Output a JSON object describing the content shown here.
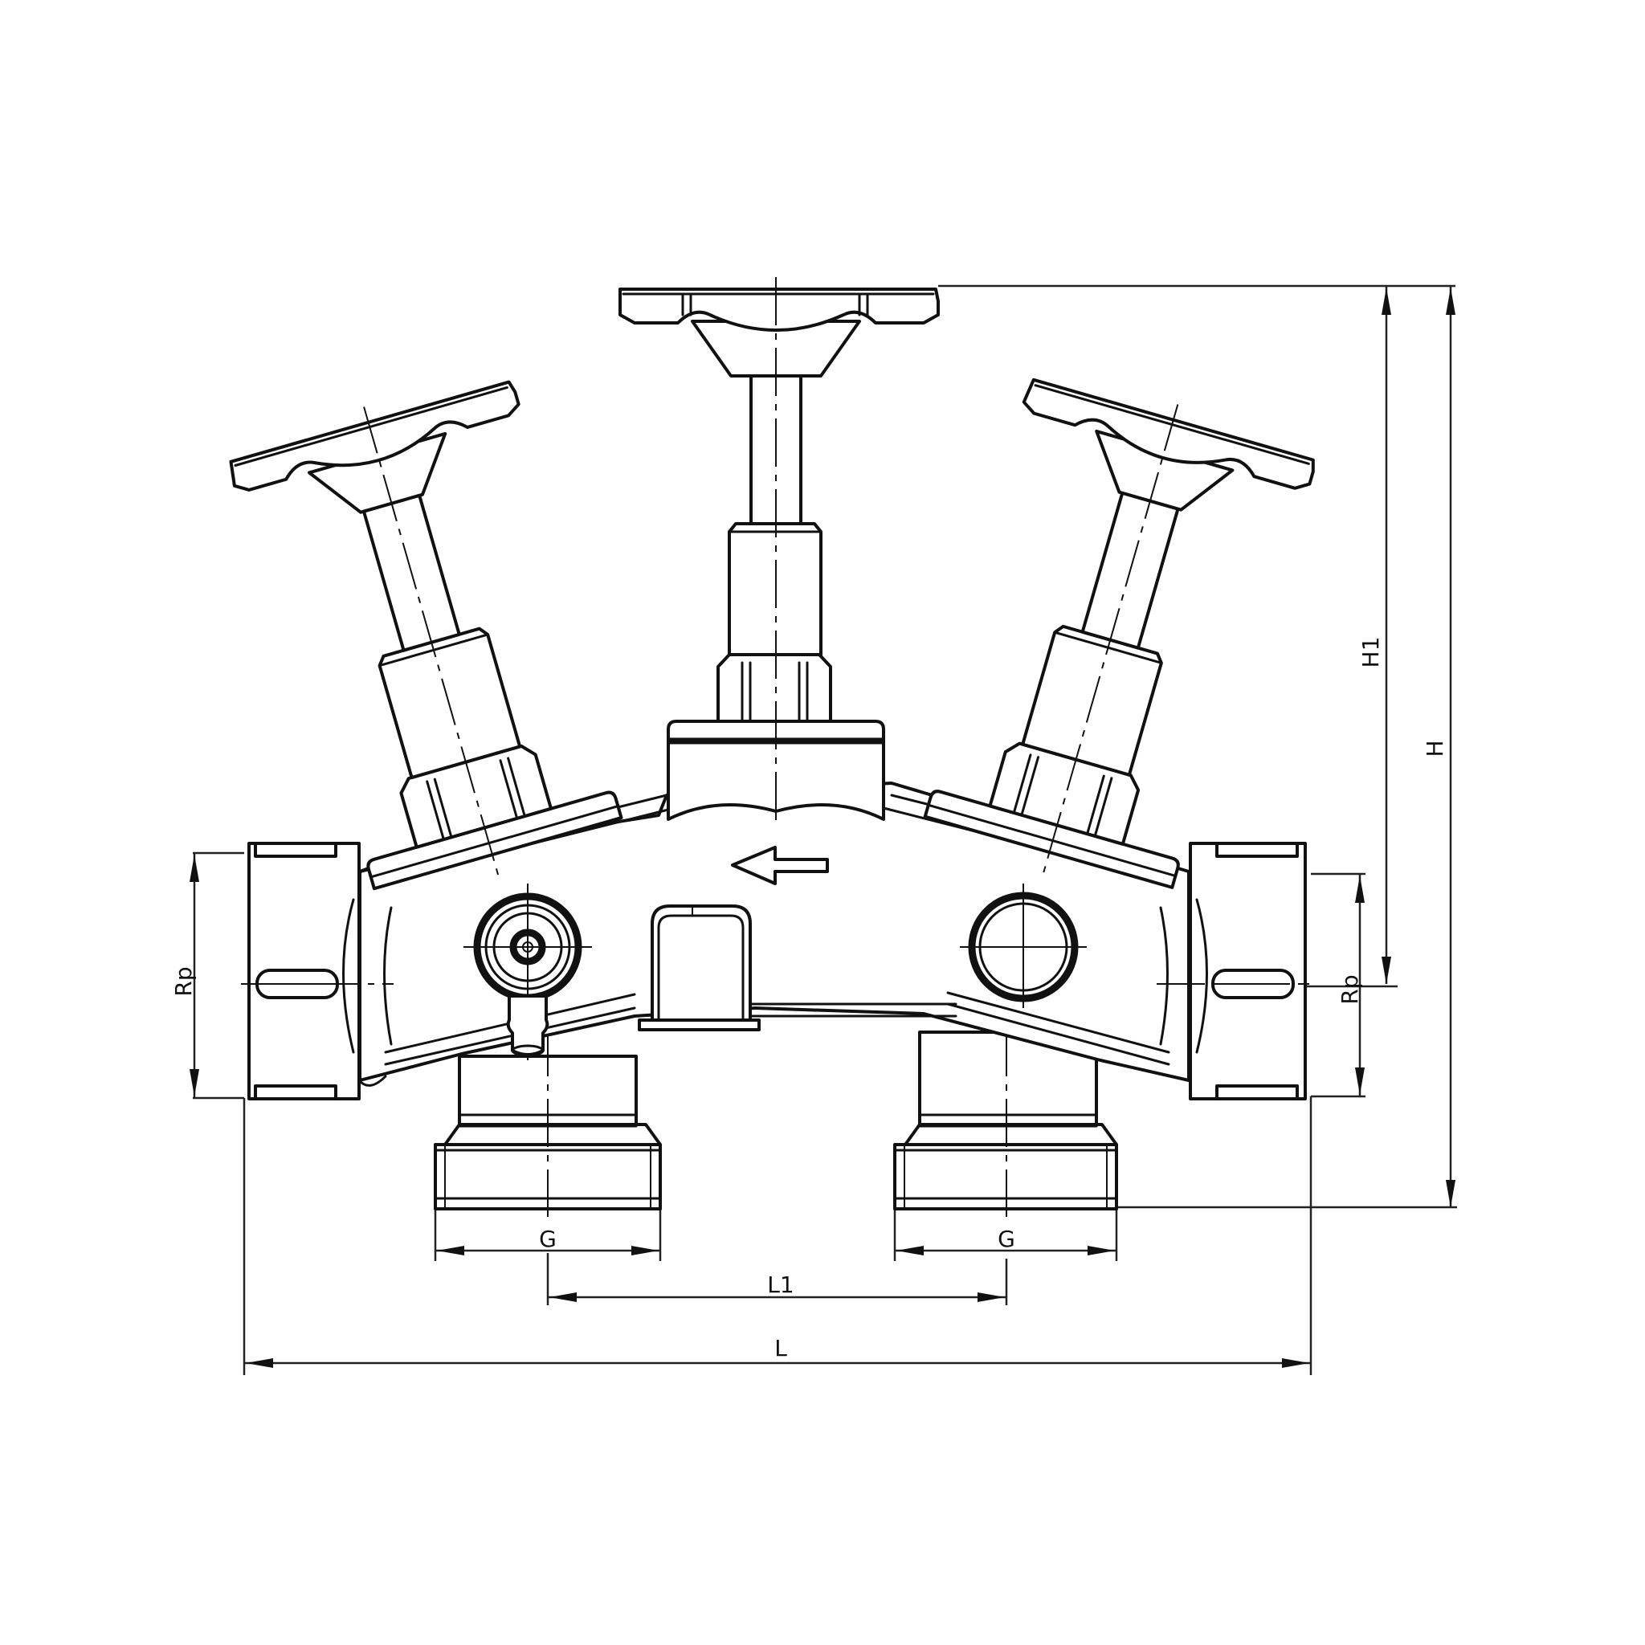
{
  "drawing": {
    "title": "Valve manifold with three handwheel valves",
    "flow_arrow": "left-arrow",
    "dimensions": {
      "L": "L",
      "L1": "L1",
      "H": "H",
      "H1": "H1",
      "Rp_left": "Rp",
      "Rp_right": "Rp",
      "G_left": "G",
      "G_right": "G"
    },
    "components": {
      "handwheels": [
        "left-handwheel",
        "center-handwheel",
        "right-handwheel"
      ],
      "ports": [
        "left-inlet-rp",
        "right-outlet-rp",
        "left-bottom-g",
        "right-bottom-g"
      ],
      "test_points": [
        "left-test-point",
        "right-plug"
      ]
    },
    "colors": {
      "line": "#111111",
      "background": "#ffffff"
    }
  }
}
